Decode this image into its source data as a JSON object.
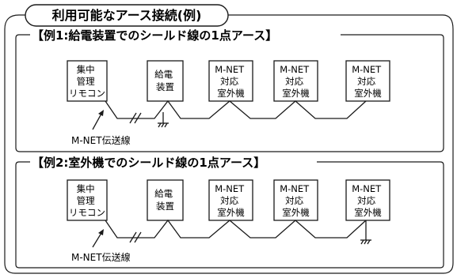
{
  "title": "利用可能なアース接続(例)",
  "examples": [
    {
      "heading": "【例1:給電装置でのシールド線の1点アース】",
      "devices": [
        {
          "lines": [
            "集中",
            "管理",
            "リモコン"
          ]
        },
        {
          "lines": [
            "給電",
            "装置"
          ]
        },
        {
          "lines": [
            "M-NET",
            "対応",
            "室外機"
          ]
        },
        {
          "lines": [
            "M-NET",
            "対応",
            "室外機"
          ]
        },
        {
          "lines": [
            "M-NET",
            "対応",
            "室外機"
          ]
        }
      ],
      "transmission_label": "M-NET伝送線",
      "ground_at": "給電装置"
    },
    {
      "heading": "【例2:室外機でのシールド線の1点アース】",
      "devices": [
        {
          "lines": [
            "集中",
            "管理",
            "リモコン"
          ]
        },
        {
          "lines": [
            "給電",
            "装置"
          ]
        },
        {
          "lines": [
            "M-NET",
            "対応",
            "室外機"
          ]
        },
        {
          "lines": [
            "M-NET",
            "対応",
            "室外機"
          ]
        },
        {
          "lines": [
            "M-NET",
            "対応",
            "室外機"
          ]
        }
      ],
      "transmission_label": "M-NET伝送線",
      "ground_at": "室外機"
    }
  ]
}
